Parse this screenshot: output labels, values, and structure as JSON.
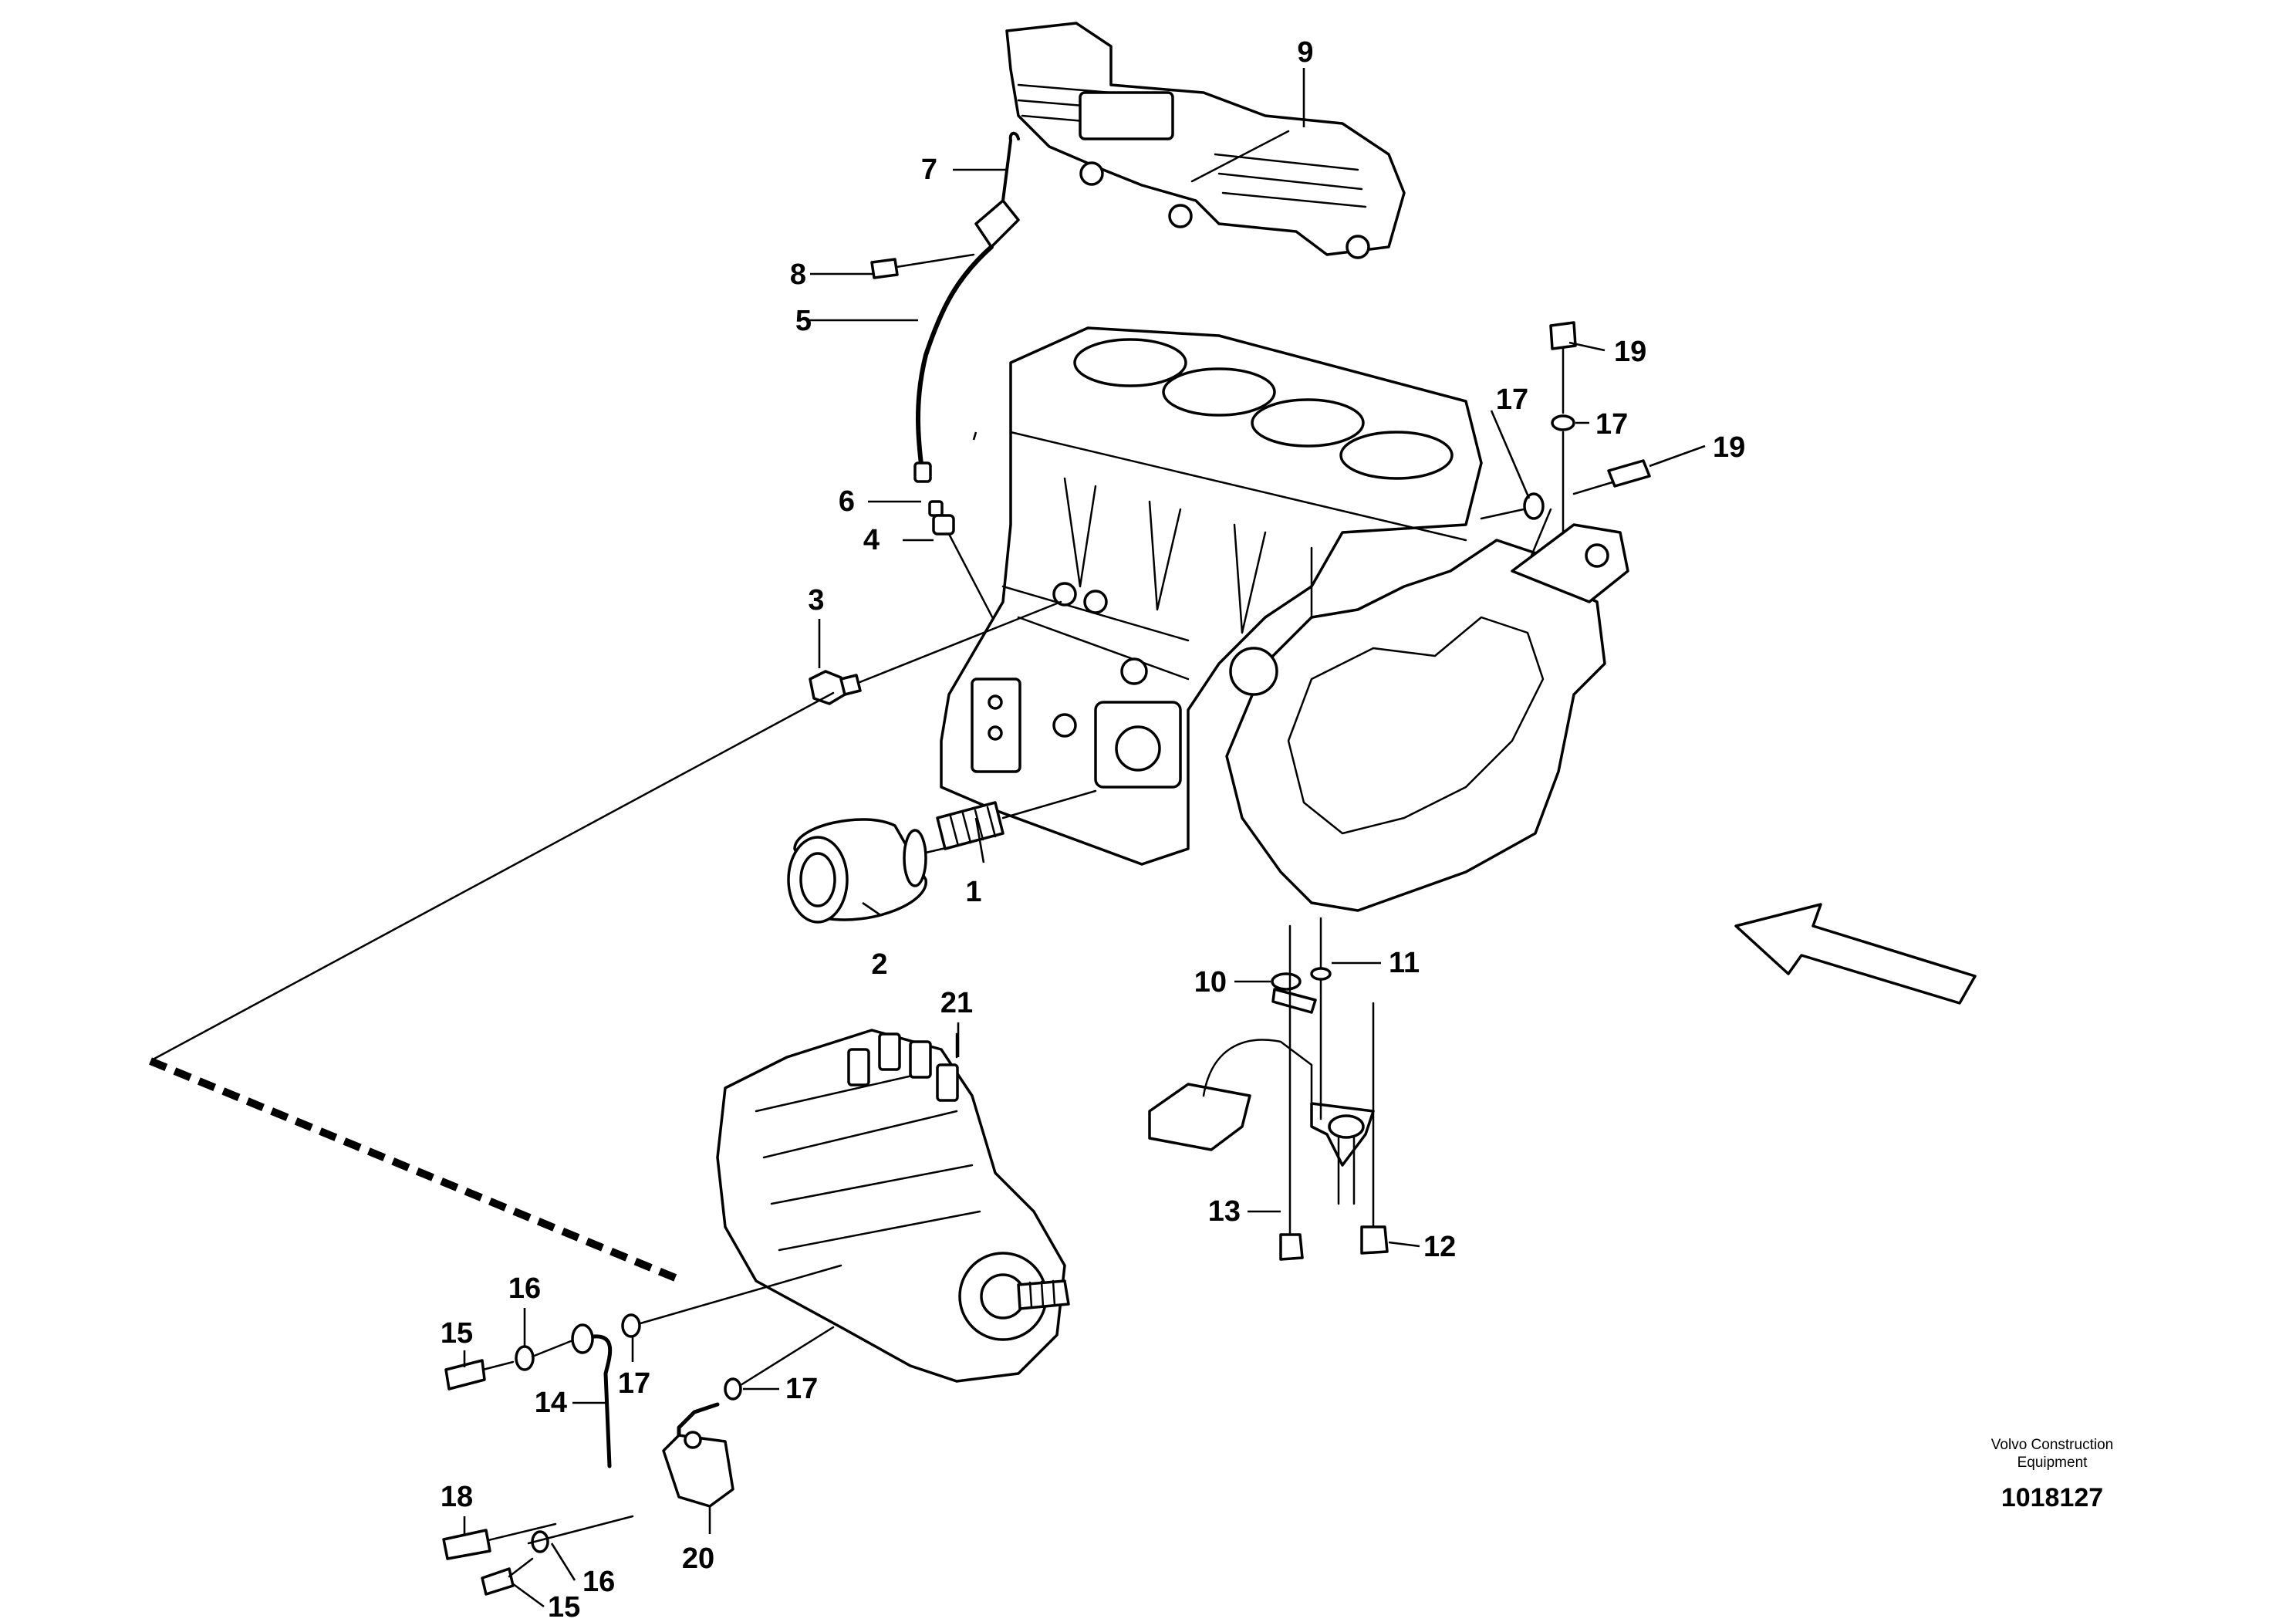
{
  "callouts": {
    "c1": "1",
    "c2": "2",
    "c3": "3",
    "c4": "4",
    "c5": "5",
    "c6": "6",
    "c7": "7",
    "c8": "8",
    "c9": "9",
    "c10": "10",
    "c11": "11",
    "c12": "12",
    "c13": "13",
    "c14": "14",
    "c15a": "15",
    "c15b": "15",
    "c16a": "16",
    "c16b": "16",
    "c17a": "17",
    "c17b": "17",
    "c17c": "17",
    "c17d": "17",
    "c18": "18",
    "c19a": "19",
    "c19b": "19",
    "c20": "20",
    "c21": "21"
  },
  "footer": {
    "brand_line1": "Volvo Construction",
    "brand_line2": "Equipment",
    "drawing_number": "1018127"
  },
  "icons": {
    "direction_arrow": "arrow-up-left-icon"
  }
}
